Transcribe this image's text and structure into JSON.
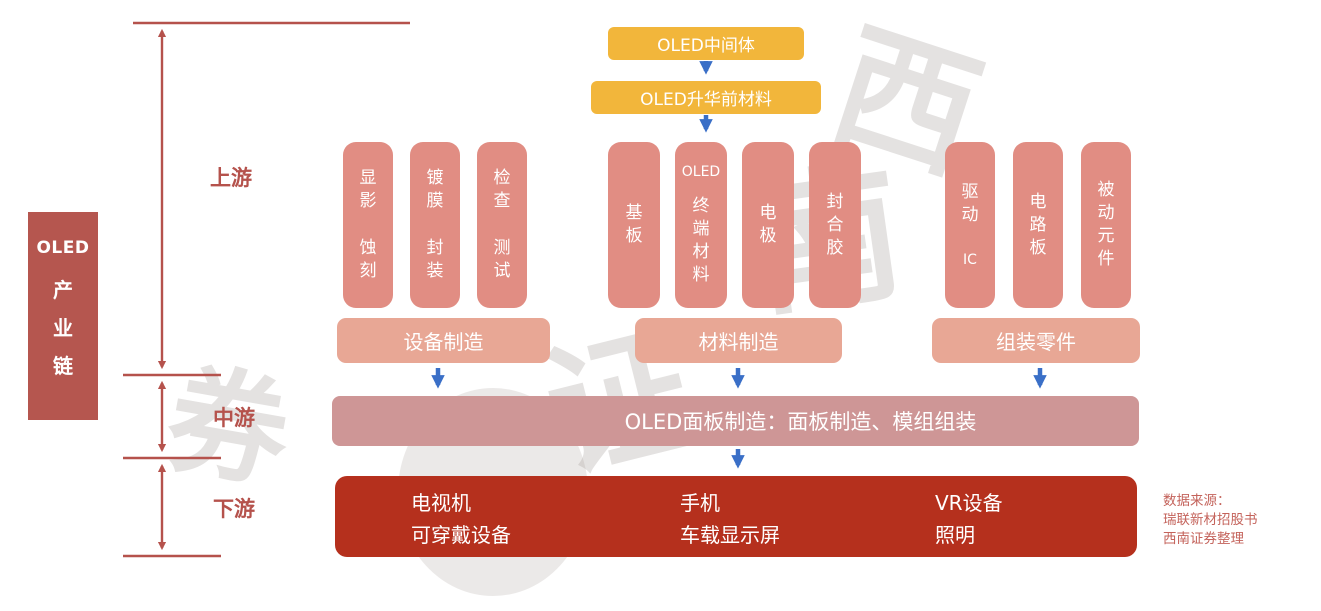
{
  "title": {
    "en": "OLED",
    "cn": "产业链"
  },
  "stages": {
    "upstream": "上游",
    "midstream": "中游",
    "downstream": "下游"
  },
  "top_chain": {
    "box1": "OLED中间体",
    "box2": "OLED升华前材料"
  },
  "groups": [
    {
      "bar": "设备制造",
      "pills": [
        {
          "words": [
            "显影",
            "蚀刻"
          ]
        },
        {
          "words": [
            "镀膜",
            "封装"
          ]
        },
        {
          "words": [
            "检查",
            "测试"
          ]
        }
      ]
    },
    {
      "bar": "材料制造",
      "pills": [
        {
          "words": [
            "基板"
          ]
        },
        {
          "words": [
            "OLED",
            "终端材料"
          ]
        },
        {
          "words": [
            "电极"
          ]
        },
        {
          "words": [
            "封合胶"
          ]
        }
      ]
    },
    {
      "bar": "组装零件",
      "pills": [
        {
          "words": [
            "驱动",
            "IC"
          ]
        },
        {
          "words": [
            "电路板"
          ]
        },
        {
          "words": [
            "被动元件"
          ]
        }
      ]
    }
  ],
  "panel_bar": "OLED面板制造：面板制造、模组组装",
  "downstream_items": [
    {
      "lines": [
        "电视机",
        "可穿戴设备"
      ]
    },
    {
      "lines": [
        "手机",
        "车载显示屏"
      ]
    },
    {
      "lines": [
        "VR设备",
        "照明"
      ]
    }
  ],
  "source": {
    "line1": "数据来源：",
    "line2": "瑞联新材招股书",
    "line3": "西南证券整理"
  },
  "watermark": "西南证券",
  "colors": {
    "brick_title": "#B5564F",
    "bracket_line": "#B5524C",
    "pill": "#E18D83",
    "sub_bar": "#E8A795",
    "panel_bar": "#CE9696",
    "downstream_bar": "#B5301D",
    "yellow_box": "#F2B63B",
    "arrow_blue": "#3A6FC7",
    "source_text": "#C4635B"
  }
}
